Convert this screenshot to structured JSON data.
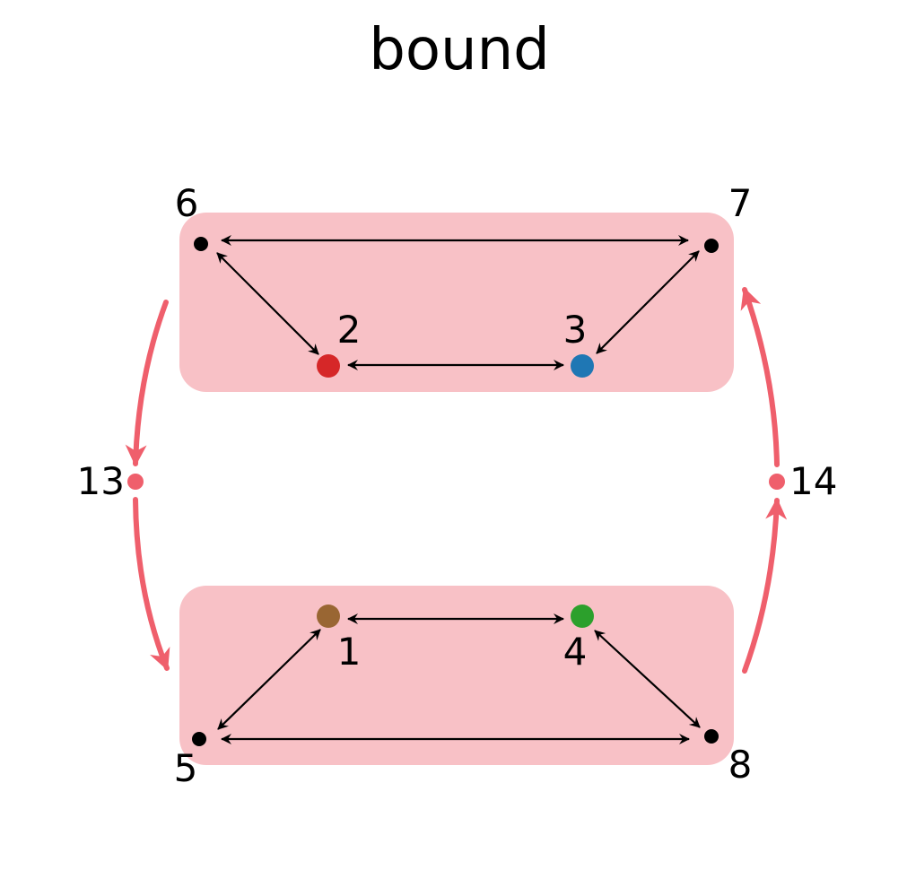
{
  "title": "bound",
  "colors": {
    "group_fill": "#f8c1c6",
    "flow_arrow": "#ef5f6c",
    "edge": "#000000",
    "node_default": "#000000",
    "node_2": "#d62728",
    "node_3": "#1f77b4",
    "node_1": "#996633",
    "node_4": "#2ca02c",
    "node_flow": "#ef5f6c"
  },
  "nodes": [
    {
      "id": "1",
      "label": "1",
      "color": "#996633"
    },
    {
      "id": "2",
      "label": "2",
      "color": "#d62728"
    },
    {
      "id": "3",
      "label": "3",
      "color": "#1f77b4"
    },
    {
      "id": "4",
      "label": "4",
      "color": "#2ca02c"
    },
    {
      "id": "5",
      "label": "5",
      "color": "#000000"
    },
    {
      "id": "6",
      "label": "6",
      "color": "#000000"
    },
    {
      "id": "7",
      "label": "7",
      "color": "#000000"
    },
    {
      "id": "8",
      "label": "8",
      "color": "#000000"
    },
    {
      "id": "13",
      "label": "13",
      "color": "#ef5f6c"
    },
    {
      "id": "14",
      "label": "14",
      "color": "#ef5f6c"
    }
  ],
  "edges": [
    {
      "from": "6",
      "to": "7",
      "directed": "both"
    },
    {
      "from": "6",
      "to": "2",
      "directed": "both"
    },
    {
      "from": "2",
      "to": "3",
      "directed": "both"
    },
    {
      "from": "3",
      "to": "7",
      "directed": "both"
    },
    {
      "from": "1",
      "to": "4",
      "directed": "both"
    },
    {
      "from": "1",
      "to": "5",
      "directed": "both"
    },
    {
      "from": "4",
      "to": "8",
      "directed": "both"
    },
    {
      "from": "5",
      "to": "8",
      "directed": "both"
    }
  ],
  "flows": [
    {
      "from": "top-group",
      "to": "13"
    },
    {
      "from": "13",
      "to": "bottom-group"
    },
    {
      "from": "bottom-group",
      "to": "14"
    },
    {
      "from": "14",
      "to": "top-group"
    }
  ]
}
